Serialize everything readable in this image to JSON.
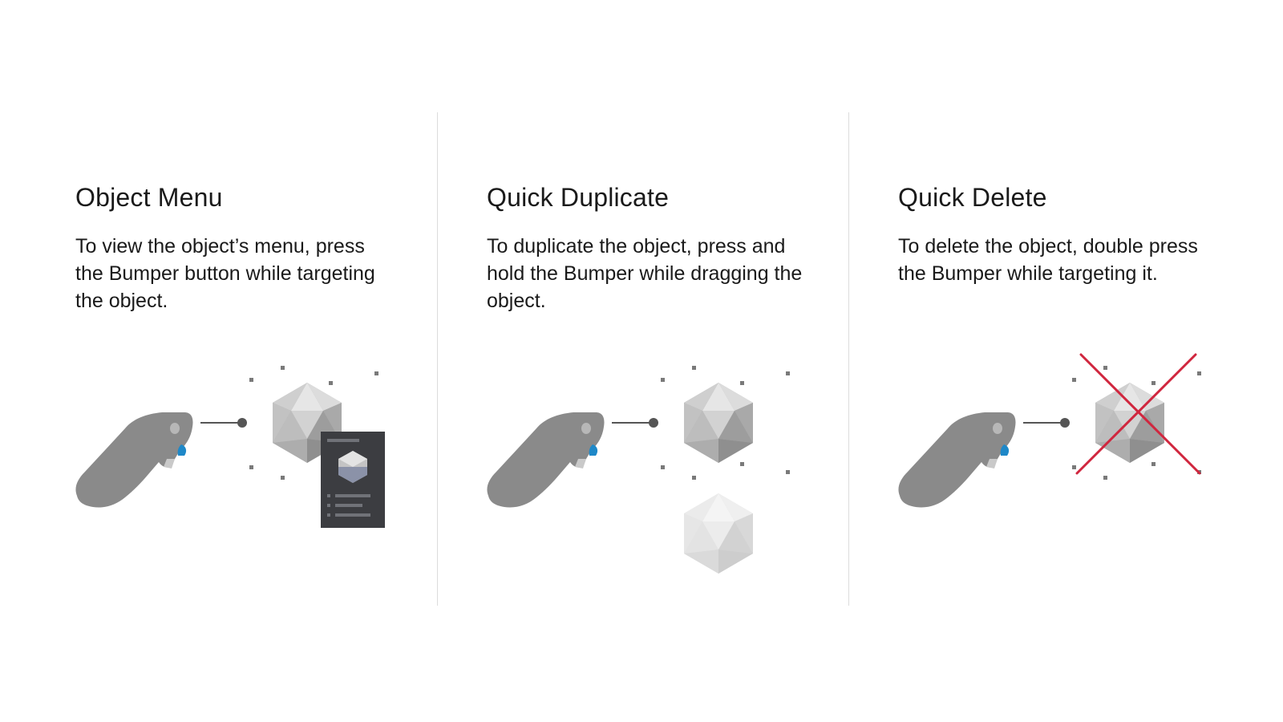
{
  "colors": {
    "controller": "#8a8a8a",
    "bumper": "#1e88c8",
    "connector": "#555555",
    "menu_card": "#3c3d41",
    "delete_cross": "#d0263e",
    "divider": "#dcdcdc"
  },
  "panels": [
    {
      "title": "Object Menu",
      "description": "To view the object’s menu, press the Bumper button while targeting the object."
    },
    {
      "title": "Quick Duplicate",
      "description": "To duplicate the object, press and hold the Bumper while dragging the object."
    },
    {
      "title": "Quick Delete",
      "description": "To delete the object, double press the Bumper while targeting it."
    }
  ]
}
